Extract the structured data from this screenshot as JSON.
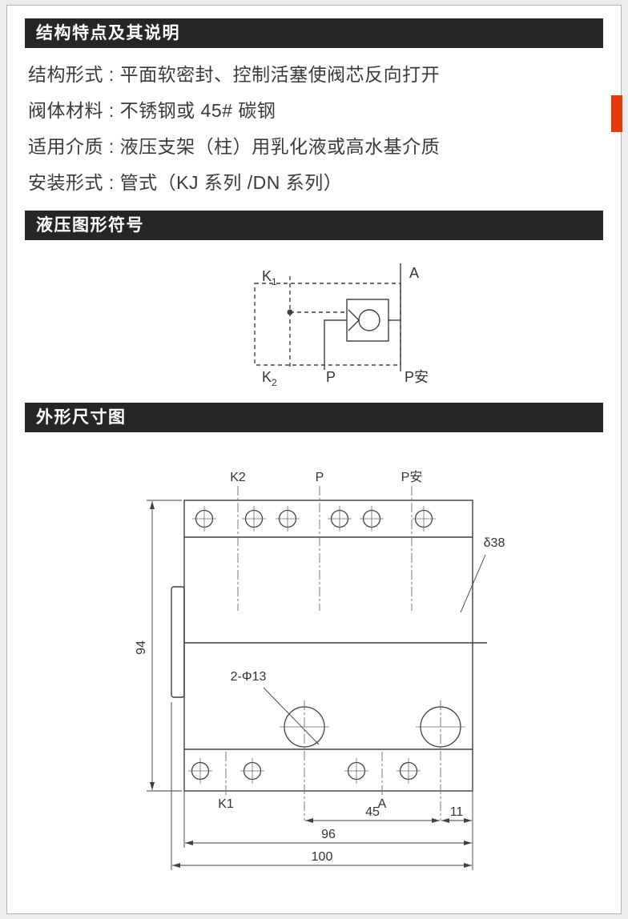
{
  "page": {
    "bg": "#ecedea",
    "panel_bg": "#ffffff",
    "panel_border": "#b0b4b0",
    "header_bg": "#262626",
    "header_fg": "#ffffff",
    "accent_red": "#e8380d",
    "line_color": "#3f3f3f"
  },
  "sections": {
    "features": {
      "title": "结构特点及其说明"
    },
    "symbol": {
      "title": "液压图形符号"
    },
    "dimensions": {
      "title": "外形尺寸图"
    }
  },
  "specs": {
    "lines": [
      "结构形式 : 平面软密封、控制活塞使阀芯反向打开",
      "阀体材料 : 不锈钢或 45# 碳钢",
      "适用介质 : 液压支架（柱）用乳化液或高水基介质",
      "安装形式 : 管式（KJ 系列 /DN 系列）"
    ]
  },
  "symbol_labels": {
    "k1": "K",
    "k1_sub": "1",
    "a": "A",
    "k2": "K",
    "k2_sub": "2",
    "p": "P",
    "p_an": "P安"
  },
  "dim_labels": {
    "k2": "K2",
    "p": "P",
    "p_an": "P安",
    "delta": "δ38",
    "height": "94",
    "holes": "2-Φ13",
    "k1": "K1",
    "a": "A",
    "d45": "45",
    "d11": "11",
    "d96": "96",
    "d100": "100"
  }
}
